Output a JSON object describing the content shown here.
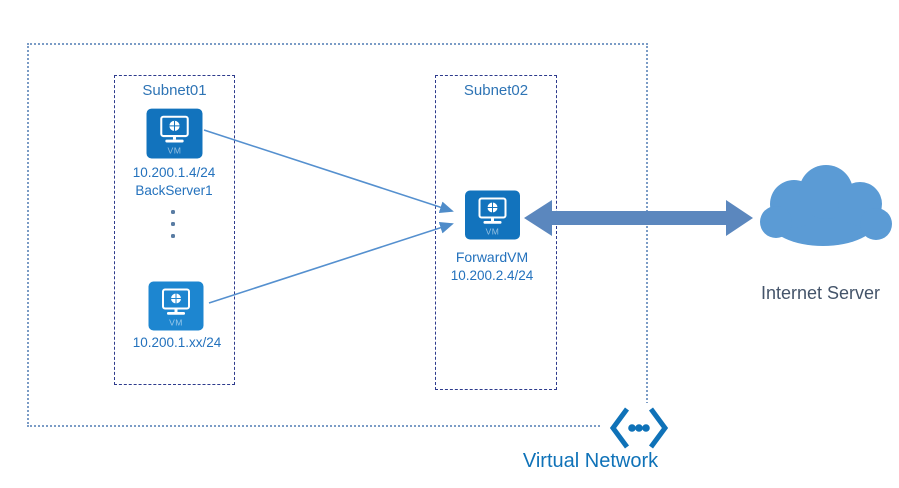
{
  "vnet": {
    "label": "Virtual Network"
  },
  "subnet01": {
    "title": "Subnet01"
  },
  "subnet02": {
    "title": "Subnet02"
  },
  "back_server": {
    "badge": "VM",
    "ip": "10.200.1.4/24",
    "name": "BackServer1"
  },
  "pool_vm": {
    "badge": "VM",
    "ip": "10.200.1.xx/24"
  },
  "forward_vm": {
    "badge": "VM",
    "name": "ForwardVM",
    "ip": "10.200.2.4/24"
  },
  "internet": {
    "label": "Internet Server"
  },
  "colors": {
    "vm_tile": "#1273bd",
    "vm_tile_light": "#1d86d0",
    "connector": "#5590cf",
    "arrowhead": "#4f8cc9",
    "thick_arrow": "#5b87be",
    "cloud": "#5b9bd5",
    "outer_border": "#7b9cc6",
    "subnet_border": "#2d3a8c",
    "label_blue": "#2472bd",
    "subnet_title_blue": "#2e74b5",
    "vnet_blue": "#0f72b8",
    "internet_text": "#44546a",
    "ellipsis_dots": "#5a7ca3"
  }
}
